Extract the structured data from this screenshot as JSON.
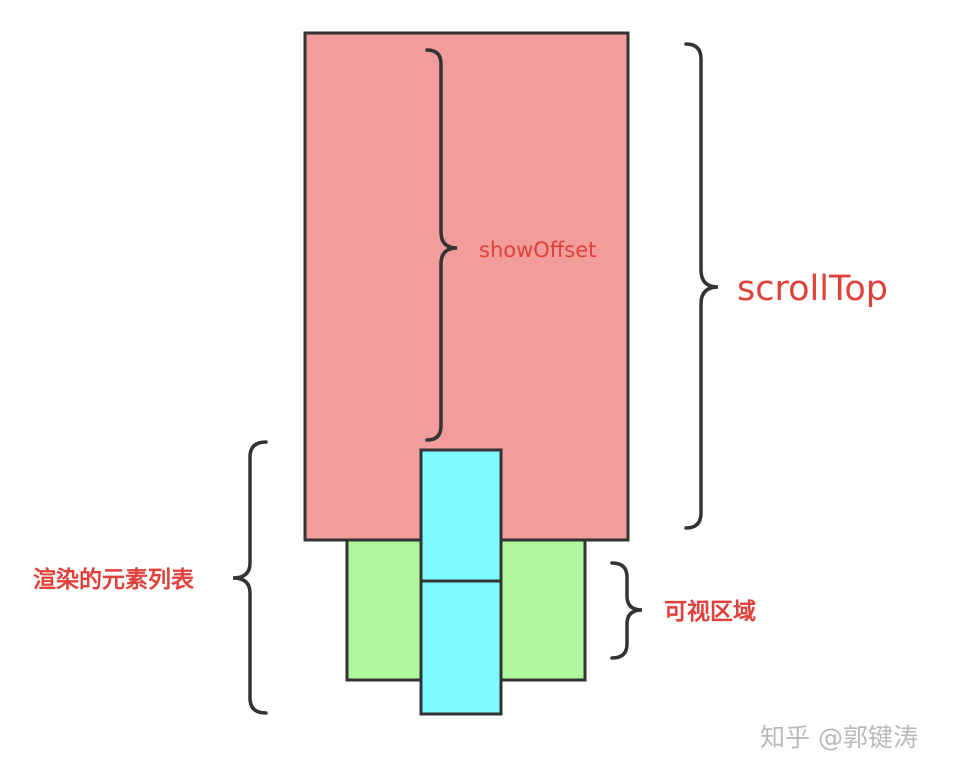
{
  "labels": {
    "show_offset": "showOffset",
    "scroll_top": "scrollTop",
    "rendered_list": "渲染的元素列表",
    "visible_area": "可视区域"
  },
  "watermark": "知乎 @郭键涛",
  "colors": {
    "scroll_block": "#f29d9b",
    "rendered_block": "#b0f79e",
    "visible_item": "#7efcfd",
    "label_text": "#e0413b",
    "outline": "#333333",
    "brace": "#333333",
    "watermark": "#b9b9b9"
  }
}
